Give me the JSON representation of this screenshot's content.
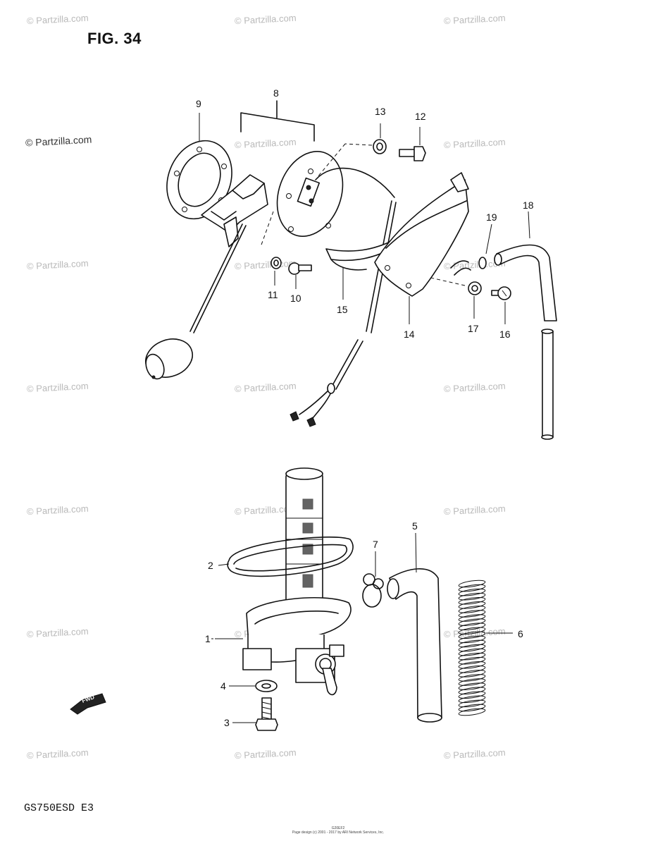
{
  "figure": {
    "title": "FIG. 34"
  },
  "model": {
    "code": "GS750ESD",
    "region": "E3"
  },
  "watermark": {
    "text": "© Partzilla.com"
  },
  "footer": {
    "code_line": "G20EF2",
    "line2": "Page design (c) 2001 - 2017 by ARI Network Services, Inc."
  },
  "fwd_label": "FWD",
  "callouts": {
    "c1": "1",
    "c2": "2",
    "c3": "3",
    "c4": "4",
    "c5": "5",
    "c6": "6",
    "c7": "7",
    "c8": "8",
    "c9": "9",
    "c10": "10",
    "c11": "11",
    "c12": "12",
    "c13": "13",
    "c14": "14",
    "c15": "15",
    "c16": "16",
    "c17": "17",
    "c18": "18",
    "c19": "19"
  }
}
